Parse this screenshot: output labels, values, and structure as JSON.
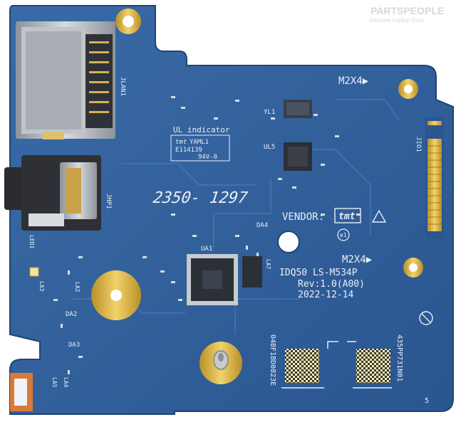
{
  "watermark": {
    "brand": "PARTSPEOPLE",
    "tagline": "Genuine Laptop Parts"
  },
  "silkscreen": {
    "m2x4_top": "M2X4▶",
    "m2x4_mid": "M2X4▶",
    "jlan": "JLAN1",
    "yl": "YL1",
    "ul5": "UL5",
    "jio": "JIO1",
    "ul_indicator": "UL indicator",
    "ul_brand": "tmt",
    "ul_code": "YAML1",
    "ul_file": "E114139",
    "ul_rating": "94V-0",
    "part_number": "2350- 1297",
    "vendor_label": "VENDOR:",
    "vendor_mark": "tmt",
    "e1": "e1",
    "jhp": "JHP1",
    "led": "LED1",
    "da4": "DA4",
    "ua1": "UA1",
    "la7": "LA7",
    "board_name": "IDQ50 LS-M534P",
    "revision": "Rev:1.0(A00)",
    "date": "2022-12-14",
    "la3": "LA3",
    "la2": "LA2",
    "da2": "DA2",
    "da3": "DA3",
    "la4": "LA4",
    "la5": "LA5",
    "serial_left": "04BF1BD0823E",
    "serial_right": "435PP731N01",
    "page_mark": "5"
  },
  "colors": {
    "pcb": "#2f5f9a",
    "pcb_dark": "#244d80",
    "gold": "#d9b54a",
    "silkscreen": "#e8eef5",
    "chip": "#2b2f36",
    "metal": "#b9bec4"
  }
}
